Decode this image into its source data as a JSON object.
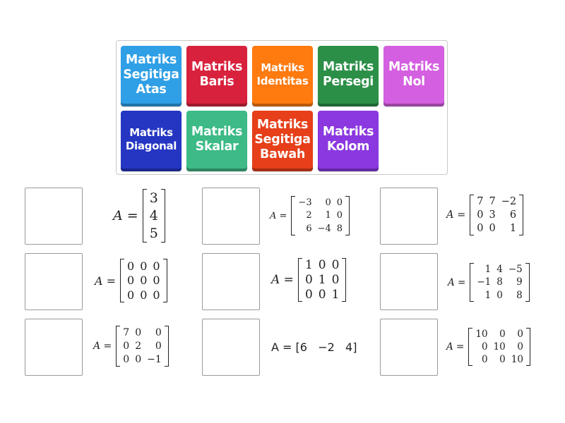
{
  "tiles": [
    {
      "label": "Matriks\nSegitiga\nAtas",
      "color": "#2f9fe6"
    },
    {
      "label": "Matriks\nBaris",
      "color": "#d8223d"
    },
    {
      "label": "Matriks\nIdentitas",
      "color": "#ff7a0f"
    },
    {
      "label": "Matriks\nPersegi",
      "color": "#2c8f48"
    },
    {
      "label": "Matriks\nNol",
      "color": "#d45fe0"
    },
    {
      "label": "Matriks\nDiagonal",
      "color": "#2436c2"
    },
    {
      "label": "Matriks\nSkalar",
      "color": "#3dba86"
    },
    {
      "label": "Matriks\nSegitiga\nBawah",
      "color": "#e63f19"
    },
    {
      "label": "Matriks\nKolom",
      "color": "#8b38e0"
    }
  ],
  "cards": [
    {
      "lhs": "A =",
      "rows": [
        [
          "3"
        ],
        [
          "4"
        ],
        [
          "5"
        ]
      ]
    },
    {
      "lhs": "A =",
      "rows": [
        [
          "−3",
          "0",
          "0"
        ],
        [
          "2",
          "1",
          "0"
        ],
        [
          "6",
          "−4",
          "8"
        ]
      ]
    },
    {
      "lhs": "A =",
      "rows": [
        [
          "7",
          "7",
          "−2"
        ],
        [
          "0",
          "3",
          "6"
        ],
        [
          "0",
          "0",
          "1"
        ]
      ]
    },
    {
      "lhs": "A =",
      "rows": [
        [
          "0",
          "0",
          "0"
        ],
        [
          "0",
          "0",
          "0"
        ],
        [
          "0",
          "0",
          "0"
        ]
      ]
    },
    {
      "lhs": "A =",
      "rows": [
        [
          "1",
          "0",
          "0"
        ],
        [
          "0",
          "1",
          "0"
        ],
        [
          "0",
          "0",
          "1"
        ]
      ]
    },
    {
      "lhs": "A =",
      "rows": [
        [
          "1",
          "4",
          "−5"
        ],
        [
          "−1",
          "8",
          "9"
        ],
        [
          "1",
          "0",
          "8"
        ]
      ]
    },
    {
      "lhs": "A =",
      "rows": [
        [
          "7",
          "0",
          "0"
        ],
        [
          "0",
          "2",
          "0"
        ],
        [
          "0",
          "0",
          "−1"
        ]
      ]
    },
    {
      "lhs": "A =",
      "plain": "[6   −2   4]"
    },
    {
      "lhs": "A =",
      "rows": [
        [
          "10",
          "0",
          "0"
        ],
        [
          "0",
          "10",
          "0"
        ],
        [
          "0",
          "0",
          "10"
        ]
      ]
    }
  ]
}
